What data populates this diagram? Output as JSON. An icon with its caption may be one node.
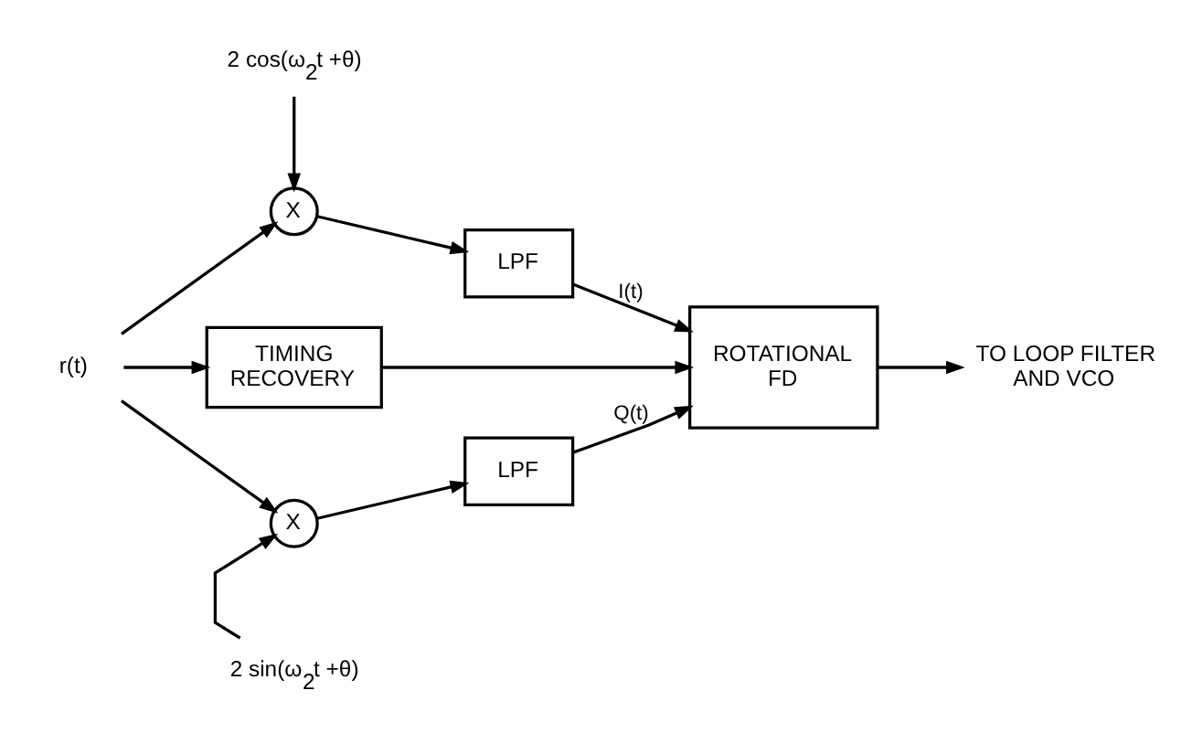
{
  "diagram": {
    "nodes": [
      {
        "text": [
          "r(t)"
        ]
      },
      {
        "text": [
          "X"
        ]
      },
      {
        "text": [
          "2 cos(ω$_{2}$t +θ)"
        ]
      },
      {
        "text": [
          "LPF"
        ]
      },
      {
        "text": [
          "TIMING RECOVERY"
        ]
      },
      {
        "text": [
          "ROTATIONAL FD"
        ]
      },
      {
        "text": [
          "X"
        ]
      },
      {
        "text": [
          "2 sin(ω$_{2}$t +θ)"
        ]
      },
      {
        "text": [
          "LPF"
        ]
      },
      {
        "text": [
          "TO LOOP FILTER AND VCO"
        ]
      }
    ],
    "edges": [
      {
        "from": 0,
        "to": 1,
        "arrow": "to"
      },
      {
        "from": 0,
        "to": 4,
        "arrow": "to"
      },
      {
        "from": 0,
        "to": 6,
        "arrow": "to"
      },
      {
        "from": 2,
        "to": 1,
        "arrow": "to"
      },
      {
        "from": 7,
        "to": 6,
        "arrow": "to"
      },
      {
        "from": 1,
        "to": 3,
        "arrow": "to"
      },
      {
        "from": 6,
        "to": 8,
        "arrow": "to"
      },
      {
        "from": 3,
        "to": 5,
        "label": "I(t)",
        "arrow": "to"
      },
      {
        "from": 8,
        "to": 5,
        "label": "Q(t)",
        "arrow": "to"
      },
      {
        "from": 4,
        "to": 5,
        "arrow": "to"
      },
      {
        "from": 5,
        "to": 9,
        "arrow": "to"
      }
    ]
  }
}
